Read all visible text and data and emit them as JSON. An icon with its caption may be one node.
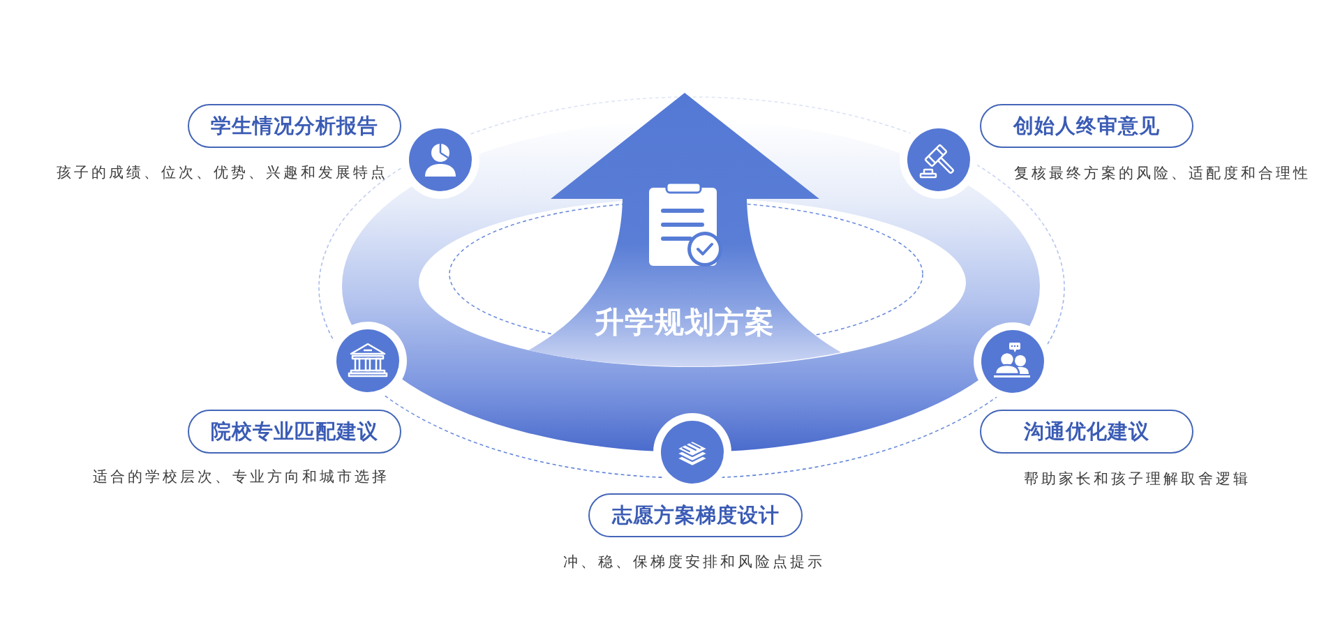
{
  "diagram": {
    "nodes": [
      {
        "text": [
          "升学规划方案"
        ]
      },
      {
        "text": [
          "学生情况分析报告"
        ],
        "beside": [
          "孩子的成绩、位次、优势、兴趣和发展特点"
        ]
      },
      {
        "text": [
          "创始人终审意见"
        ],
        "beside": [
          "复核最终方案的风险、适配度和合理性"
        ]
      },
      {
        "text": [
          "院校专业匹配建议"
        ],
        "beside": [
          "适合的学校层次、专业方向和城市选择"
        ]
      },
      {
        "text": [
          "沟通优化建议"
        ],
        "beside": [
          "帮助家长和孩子理解取舍逻辑"
        ]
      },
      {
        "text": [
          "志愿方案梯度设计"
        ],
        "beside": [
          "冲、稳、保梯度安排和风险点提示"
        ]
      }
    ]
  }
}
